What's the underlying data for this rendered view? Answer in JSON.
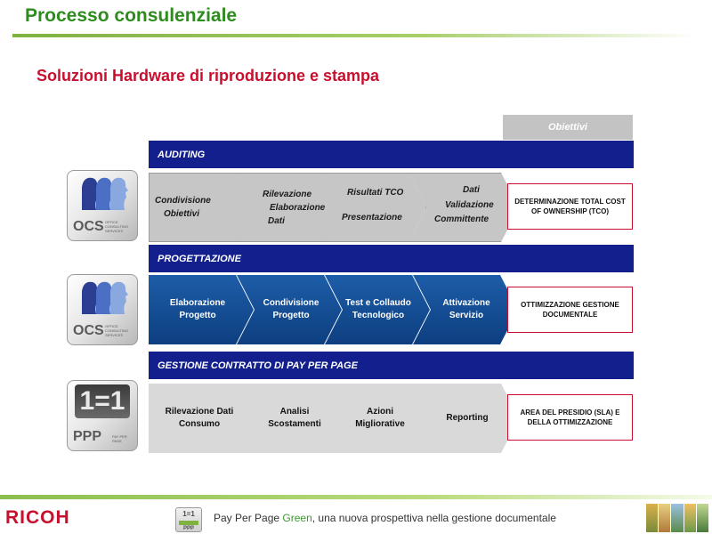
{
  "header": {
    "title": "Processo consulenziale",
    "subtitle": "Soluzioni Hardware di riproduzione e stampa"
  },
  "objectives_header": "Obiettivi",
  "sections": [
    {
      "band": "AUDITING",
      "steps": [
        [
          "Condivisione",
          "Obiettivi"
        ],
        [
          "Rilevazione",
          "Elaborazione",
          "Dati"
        ],
        [
          "Risultati TCO",
          "Presentazione"
        ],
        [
          "Dati",
          "Validazione",
          "Committente"
        ]
      ],
      "goal": "DETERMINAZIONE TOTAL COST OF OWNERSHIP (TCO)",
      "logo": {
        "label": "OCS",
        "small": "OFFICE CONSULTING SERVICES"
      }
    },
    {
      "band": "PROGETTAZIONE",
      "steps": [
        "Elaborazione Progetto",
        "Condivisione Progetto",
        "Test e Collaudo Tecnologico",
        "Attivazione Servizio"
      ],
      "goal": "OTTIMIZZAZIONE GESTIONE DOCUMENTALE",
      "logo": {
        "label": "OCS",
        "small": "OFFICE CONSULTING SERVICES"
      }
    },
    {
      "band": "GESTIONE CONTRATTO DI PAY PER PAGE",
      "steps": [
        "Rilevazione Dati Consumo",
        "Analisi Scostamenti",
        "Azioni Migliorative",
        "Reporting"
      ],
      "goal": "AREA DEL PRESIDIO (SLA) E DELLA OTTIMIZZAZIONE",
      "logo": {
        "label": "PPP",
        "top": "1=1",
        "small": "PAY PER PAGE"
      }
    }
  ],
  "footer": {
    "brand": "RICOH",
    "mini_logo_top": "1=1",
    "mini_logo_bottom": "PPP",
    "text_prefix": "Pay Per Page ",
    "text_green": "Green",
    "text_suffix": ", una nuova prospettiva nella gestione documentale"
  },
  "colors": {
    "title_green": "#2e8b1e",
    "subtitle_red": "#c8102e",
    "band_blue": "#121f8c",
    "chevron_blue": "#1d5da8"
  }
}
